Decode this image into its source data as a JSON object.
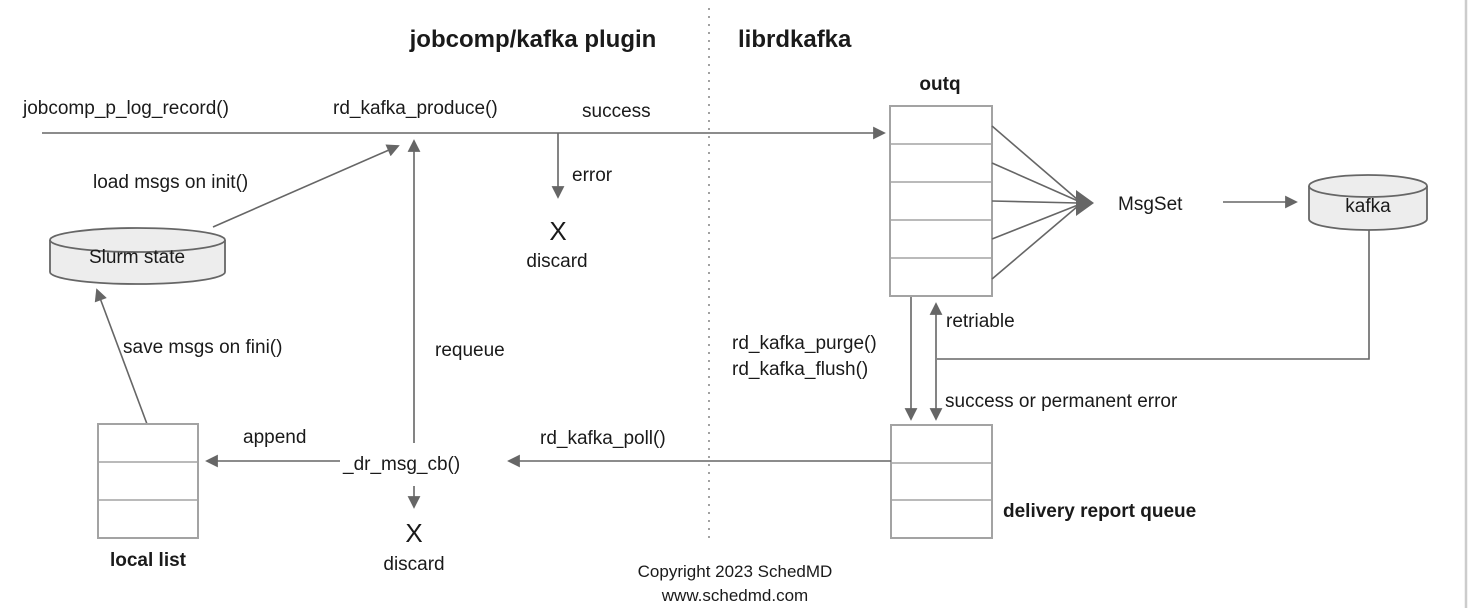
{
  "header": {
    "plugin_title": "jobcomp/kafka plugin",
    "library_title": "librdkafka"
  },
  "plugin": {
    "log_record_fn": "jobcomp_p_log_record()",
    "produce_fn": "rd_kafka_produce()",
    "success": "success",
    "error": "error",
    "discard_x": "X",
    "discard": "discard",
    "load_msgs": "load msgs on init()",
    "slurm_state": "Slurm state",
    "save_msgs": "save msgs on fini()",
    "requeue": "requeue",
    "append": "append",
    "dr_msg_cb_fn": "_dr_msg_cb()",
    "dr_discard_x": "X",
    "dr_discard": "discard",
    "local_list": "local list"
  },
  "library": {
    "outq": "outq",
    "purge_fn": "rd_kafka_purge()",
    "flush_fn": "rd_kafka_flush()",
    "poll_fn": "rd_kafka_poll()",
    "retriable": "retriable",
    "success_or_permanent_error": "success or permanent error",
    "delivery_report_queue": "delivery report queue",
    "msgset": "MsgSet",
    "kafka": "kafka"
  },
  "footer": {
    "copyright": "Copyright 2023 SchedMD",
    "website": "www.schedmd.com"
  },
  "colors": {
    "arrow": "#666666",
    "table_border": "#a3a3a3",
    "cylinder_fill": "#ededed",
    "cylinder_stroke": "#666666",
    "divider": "#8a8a8a",
    "text": "#1a1a1a",
    "right_edge": "#cccccc"
  }
}
